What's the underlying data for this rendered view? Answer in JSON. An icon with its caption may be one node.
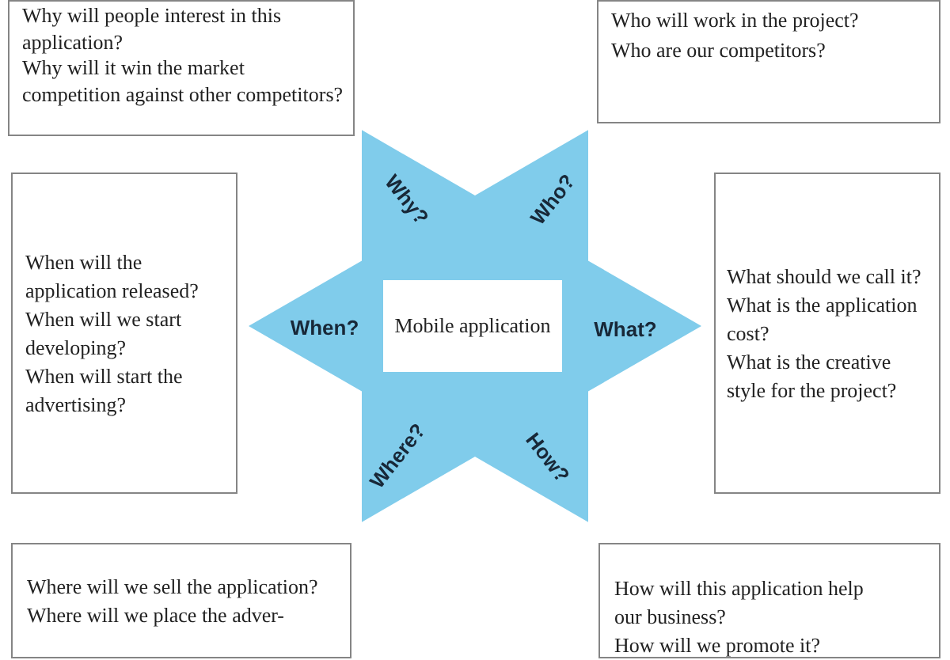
{
  "diagram": {
    "nodes": [
      {
        "text": [
          "Why will people interest in this application?",
          "Why will it win the market competition against other competitors?"
        ]
      },
      {
        "text": [
          "Who will work in the project?",
          "Who are our competitors?"
        ]
      },
      {
        "text": [
          "When will the application released?",
          "When will we start developing?",
          "When will start the advertising?"
        ]
      },
      {
        "text": [
          "Why?",
          "Who?",
          "When?",
          "What?",
          "Where?",
          "How?"
        ]
      },
      {
        "text": [
          "Mobile application"
        ],
        "in": 3
      },
      {
        "text": [
          "What should we call it?",
          "What is the application cost?",
          "What is the creative style for the project?"
        ]
      },
      {
        "text": [
          "Where will we sell the application?",
          "Where will we place the adver-"
        ]
      },
      {
        "text": [
          "How will this application help our business?",
          "How will we promote it?"
        ]
      }
    ]
  }
}
